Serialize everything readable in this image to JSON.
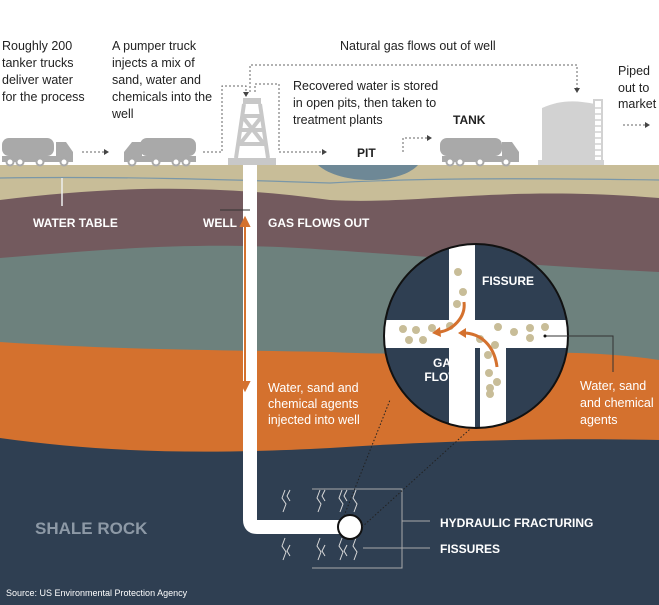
{
  "captions": {
    "tanker": [
      "Roughly 200",
      "tanker trucks",
      "deliver water",
      "for the process"
    ],
    "pumper": [
      "A pumper truck",
      "injects a mix of",
      "sand, water and",
      "chemicals into the",
      "well"
    ],
    "gas_flow": "Natural gas flows out of well",
    "recovered": [
      "Recovered water is stored",
      "in open pits, then taken to",
      "treatment plants"
    ],
    "piped": [
      "Piped",
      "out to",
      "market"
    ]
  },
  "labels": {
    "pit": "PIT",
    "tank": "TANK",
    "water_table": "WATER TABLE",
    "well": "WELL",
    "gas_flows_out": "GAS FLOWS OUT",
    "injected": [
      "Water, sand and",
      "chemical agents",
      "injected into well"
    ],
    "fissure": "FISSURE",
    "gas_flows": [
      "GAS",
      "FLOWS"
    ],
    "agents": [
      "Water, sand",
      "and chemical",
      "agents"
    ],
    "shale_rock": "SHALE ROCK",
    "hydraulic_fracturing": "HYDRAULIC FRACTURING",
    "fissures": "FISSURES"
  },
  "source": "Source: US Environmental Protection Agency",
  "colors": {
    "surface": "#c8bd98",
    "maroon": "#735a5e",
    "graygreen": "#6d817d",
    "orange": "#d4712e",
    "shale": "#2f3f52",
    "pit": "#6e8896",
    "vehicle": "#a9a9a9",
    "arrow": "#d4712e"
  }
}
